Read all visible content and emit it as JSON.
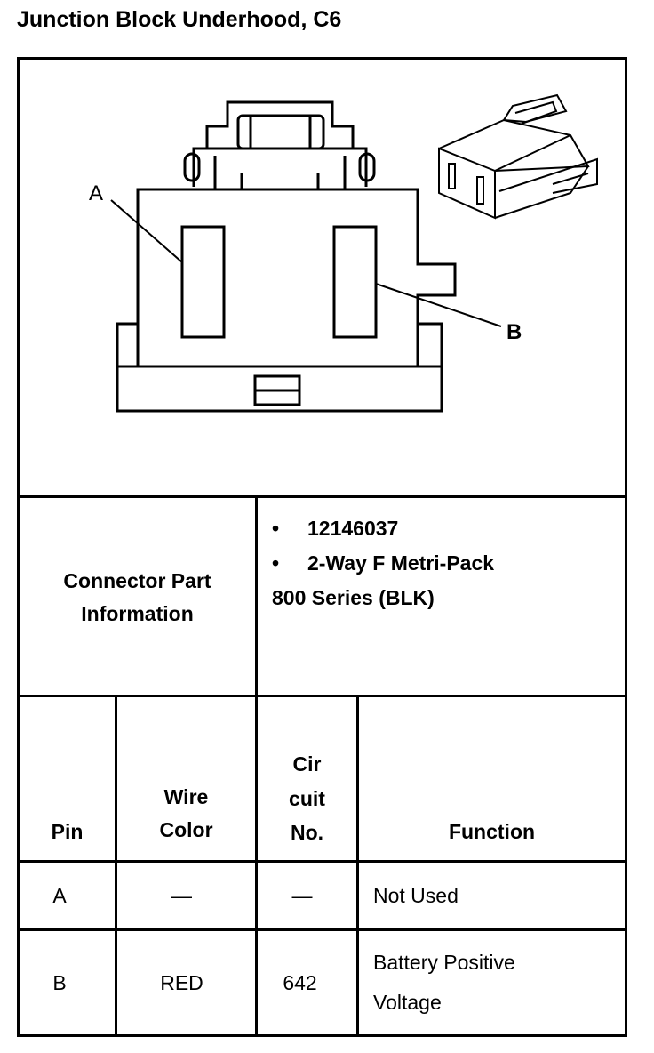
{
  "title": "Junction Block Underhood, C6",
  "diagram": {
    "label_a": "A",
    "label_b": "B"
  },
  "connector_info": {
    "heading": [
      "Connector Part",
      "Information"
    ],
    "items": [
      "12146037",
      "2-Way F Metri-Pack"
    ],
    "extra": "800 Series (BLK)"
  },
  "table": {
    "headers": {
      "pin": "Pin",
      "wire_color": [
        "Wire",
        "Color"
      ],
      "circuit": [
        "Cir",
        "cuit",
        "No."
      ],
      "function": "Function"
    },
    "rows": [
      {
        "pin": "A",
        "wire_color": "—",
        "circuit": "—",
        "function": [
          "Not Used"
        ]
      },
      {
        "pin": "B",
        "wire_color": "RED",
        "circuit": "642",
        "function": [
          "Battery Positive",
          "Voltage"
        ]
      }
    ]
  }
}
